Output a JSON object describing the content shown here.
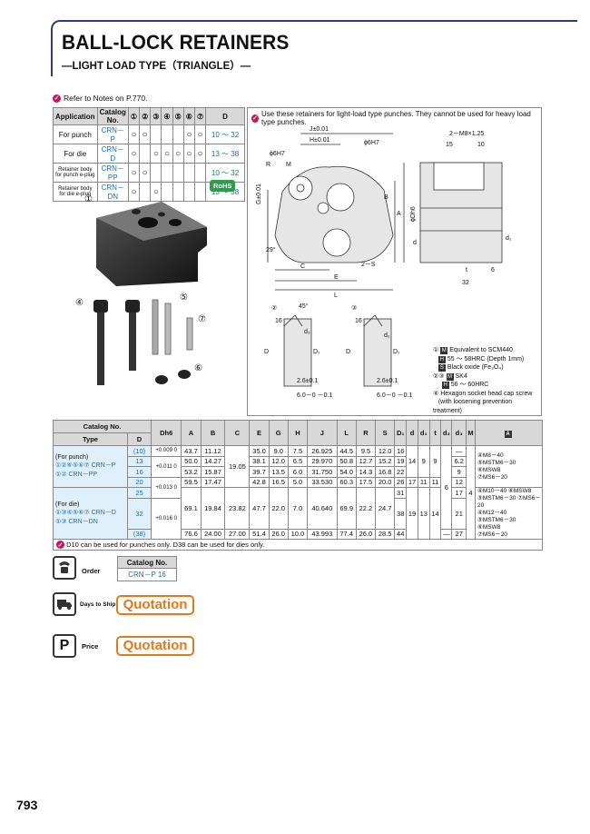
{
  "header": {
    "title": "BALL-LOCK RETAINERS",
    "subtitle": "—LIGHT LOAD TYPE（TRIANGLE）—"
  },
  "refer_note": "Refer to Notes on P.770.",
  "app_table": {
    "headers": [
      "Application",
      "Catalog No.",
      "①",
      "②",
      "③",
      "④",
      "⑤",
      "⑥",
      "⑦",
      "D"
    ],
    "rows": [
      {
        "app": "For punch",
        "cat": "CRN－P",
        "marks": [
          "○",
          "○",
          "",
          "",
          "",
          "○",
          "○"
        ],
        "d": "10 ～ 32"
      },
      {
        "app": "For die",
        "cat": "CRN－D",
        "marks": [
          "○",
          "",
          "○",
          "○",
          "○",
          "○",
          "○"
        ],
        "d": "13 ～ 38"
      },
      {
        "app": "Retainer body for punch e-plug",
        "cat": "CRN－PP",
        "marks": [
          "○",
          "○",
          "",
          "",
          "",
          "",
          ""
        ],
        "d": "10 ～ 32"
      },
      {
        "app": "Retainer body for die e-plug",
        "cat": "CRN－DN",
        "marks": [
          "○",
          "",
          "○",
          "",
          "",
          "",
          ""
        ],
        "d": "13 ～ 38"
      }
    ]
  },
  "rohs": "RoHS",
  "photo_labels": [
    "①",
    "④",
    "⑤",
    "⑦",
    "⑥"
  ],
  "drawing": {
    "note": "Use these retainers for light-load type punches. They cannot be used for heavy load type punches.",
    "dims": {
      "j": "J±0.01",
      "h": "H±0.01",
      "phi6h7": "ϕ6H7",
      "phi6h7b": "ϕ6H7",
      "r": "R",
      "m": "M",
      "g": "G±0.01",
      "b": "B",
      "a": "A",
      "angle": "29°",
      "c": "C",
      "s": "2－S",
      "e": "E",
      "l": "L",
      "m8": "2－M8×1.25",
      "d15": "15",
      "d10": "10",
      "dh6": "ϕDh6",
      "d": "d",
      "d1": "d₁",
      "t": "t",
      "d6": "6",
      "d32": "32",
      "sec2": "②",
      "sec3": "③",
      "ang45": "45°",
      "d16": "16",
      "d16b": "16",
      "d3": "d₃",
      "big_d": "D",
      "d1b": "D₁",
      "d2": "d₂",
      "big_d2": "D",
      "d1c": "D₁",
      "d26": "2.6±0.1",
      "d26b": "2.6±0.1",
      "d60": "6.0－0 －0.1",
      "d60b": "6.0－0 －0.1"
    },
    "materials": [
      {
        "badge": "M",
        "text": "Equivalent to SCM440"
      },
      {
        "badge": "H",
        "text": "55 ～ 58HRC (Depth 1mm)"
      },
      {
        "badge": "S",
        "text": "Black oxide (Fe₃O₄)"
      },
      {
        "badge": "M",
        "prefix": "②③",
        "text": "SK4"
      },
      {
        "badge": "H",
        "text": "56 ～ 60HRC"
      },
      {
        "badge": "",
        "prefix": "④",
        "text": "Hexagon socket head cap screw"
      },
      {
        "badge": "",
        "text": "(with loosening prevention treatment)"
      }
    ]
  },
  "main_table": {
    "catalog_header": "Catalog No.",
    "type_header": "Type",
    "d_header": "D",
    "cols": [
      "Dh6",
      "A",
      "B",
      "C",
      "E",
      "G",
      "H",
      "J",
      "L",
      "R",
      "S",
      "D₁",
      "d",
      "d₁",
      "t",
      "d₂",
      "d₃",
      "M",
      "A"
    ],
    "punch_label": "(For punch)",
    "punch_line1": "①②④⑤⑥⑦  CRN－P",
    "punch_line2": "①②          CRN－PP",
    "die_label": "(For die)",
    "die_line1": "①③④⑤⑥⑦  CRN－D",
    "die_line2": "①③          CRN－DN",
    "rows": [
      {
        "d": "(10)",
        "dh6": "+0.009 0",
        "a": "43.7",
        "b": "11.12",
        "c": "",
        "e": "35.0",
        "g": "9.0",
        "h": "7.5",
        "j": "26.925",
        "l": "44.5",
        "r": "9.5",
        "s": "12.0",
        "d1": "16",
        "dd": "",
        "dd1": "",
        "t": "",
        "d2": "",
        "d3": "—",
        "m": "",
        "acc": "④M8－40"
      },
      {
        "d": "13",
        "dh6": "+0.011 0",
        "a": "50.0",
        "b": "14.27",
        "c": "19.05",
        "e": "38.1",
        "g": "12.0",
        "h": "6.5",
        "j": "29.970",
        "l": "50.8",
        "r": "12.7",
        "s": "15.2",
        "d1": "19",
        "dd": "14",
        "dd1": "9",
        "t": "9",
        "d2": "",
        "d3": "6.2",
        "m": "",
        "acc": "⑤MSTM6－30"
      },
      {
        "d": "16",
        "dh6": "",
        "a": "53.2",
        "b": "15.87",
        "c": "",
        "e": "39.7",
        "g": "13.5",
        "h": "6.0",
        "j": "31.750",
        "l": "54.0",
        "r": "14.3",
        "s": "16.8",
        "d1": "22",
        "dd": "",
        "dd1": "",
        "t": "",
        "d2": "6",
        "d3": "9",
        "m": "",
        "acc": "⑥MSW8"
      },
      {
        "d": "20",
        "dh6": "+0.013 0",
        "a": "59.5",
        "b": "17.47",
        "c": "",
        "e": "42.8",
        "g": "16.5",
        "h": "5.0",
        "j": "33.530",
        "l": "60.3",
        "r": "17.5",
        "s": "20.0",
        "d1": "26",
        "dd": "17",
        "dd1": "11",
        "t": "11",
        "d2": "",
        "d3": "12",
        "m": "4",
        "acc": "⑦MS6－20"
      },
      {
        "d": "25",
        "dh6": "",
        "a": "69.1",
        "b": "19.84",
        "c": "23.82",
        "e": "47.7",
        "g": "22.0",
        "h": "7.0",
        "j": "40.640",
        "l": "69.9",
        "r": "22.2",
        "s": "24.7",
        "d1": "31",
        "dd": "",
        "dd1": "",
        "t": "",
        "d2": "",
        "d3": "17",
        "m": "",
        "acc": "④M10－40  ⑥MSW8"
      },
      {
        "d": "32",
        "dh6": "+0.016 0",
        "a": "",
        "b": "",
        "c": "",
        "e": "",
        "g": "",
        "h": "",
        "j": "",
        "l": "",
        "r": "",
        "s": "",
        "d1": "38",
        "dd": "19",
        "dd1": "13",
        "t": "14",
        "d2": "",
        "d3": "21",
        "m": "",
        "acc": "⑤MSTM6－30 ⑦MS6－20"
      },
      {
        "d": "(38)",
        "dh6": "",
        "a": "76.6",
        "b": "24.00",
        "c": "27.00",
        "e": "51.4",
        "g": "26.0",
        "h": "10.0",
        "j": "43.993",
        "l": "77.4",
        "r": "26.0",
        "s": "28.5",
        "d1": "44",
        "dd": "",
        "dd1": "",
        "t": "",
        "d2": "—",
        "d3": "27",
        "m": "",
        "acc": "④M12－40"
      }
    ],
    "acc2": [
      "⑤MSTM6－30",
      "⑥MSW8",
      "⑦MS6－20"
    ],
    "note": "D10 can be used for punches only. D38 can be used for dies only."
  },
  "order": {
    "label": "Order",
    "catalog_header": "Catalog No.",
    "catalog_value": "CRN－P 16"
  },
  "days_to_ship": {
    "label": "Days to Ship",
    "value": "Quotation"
  },
  "price": {
    "label": "Price",
    "value": "Quotation"
  },
  "page_number": "793",
  "colors": {
    "accent_blue": "#1b6fb3",
    "navy": "#2f3f6a",
    "orange": "#e07a1a",
    "green": "#2e9c4a",
    "pink": "#c2185b",
    "light_blue": "#dff0fb"
  }
}
